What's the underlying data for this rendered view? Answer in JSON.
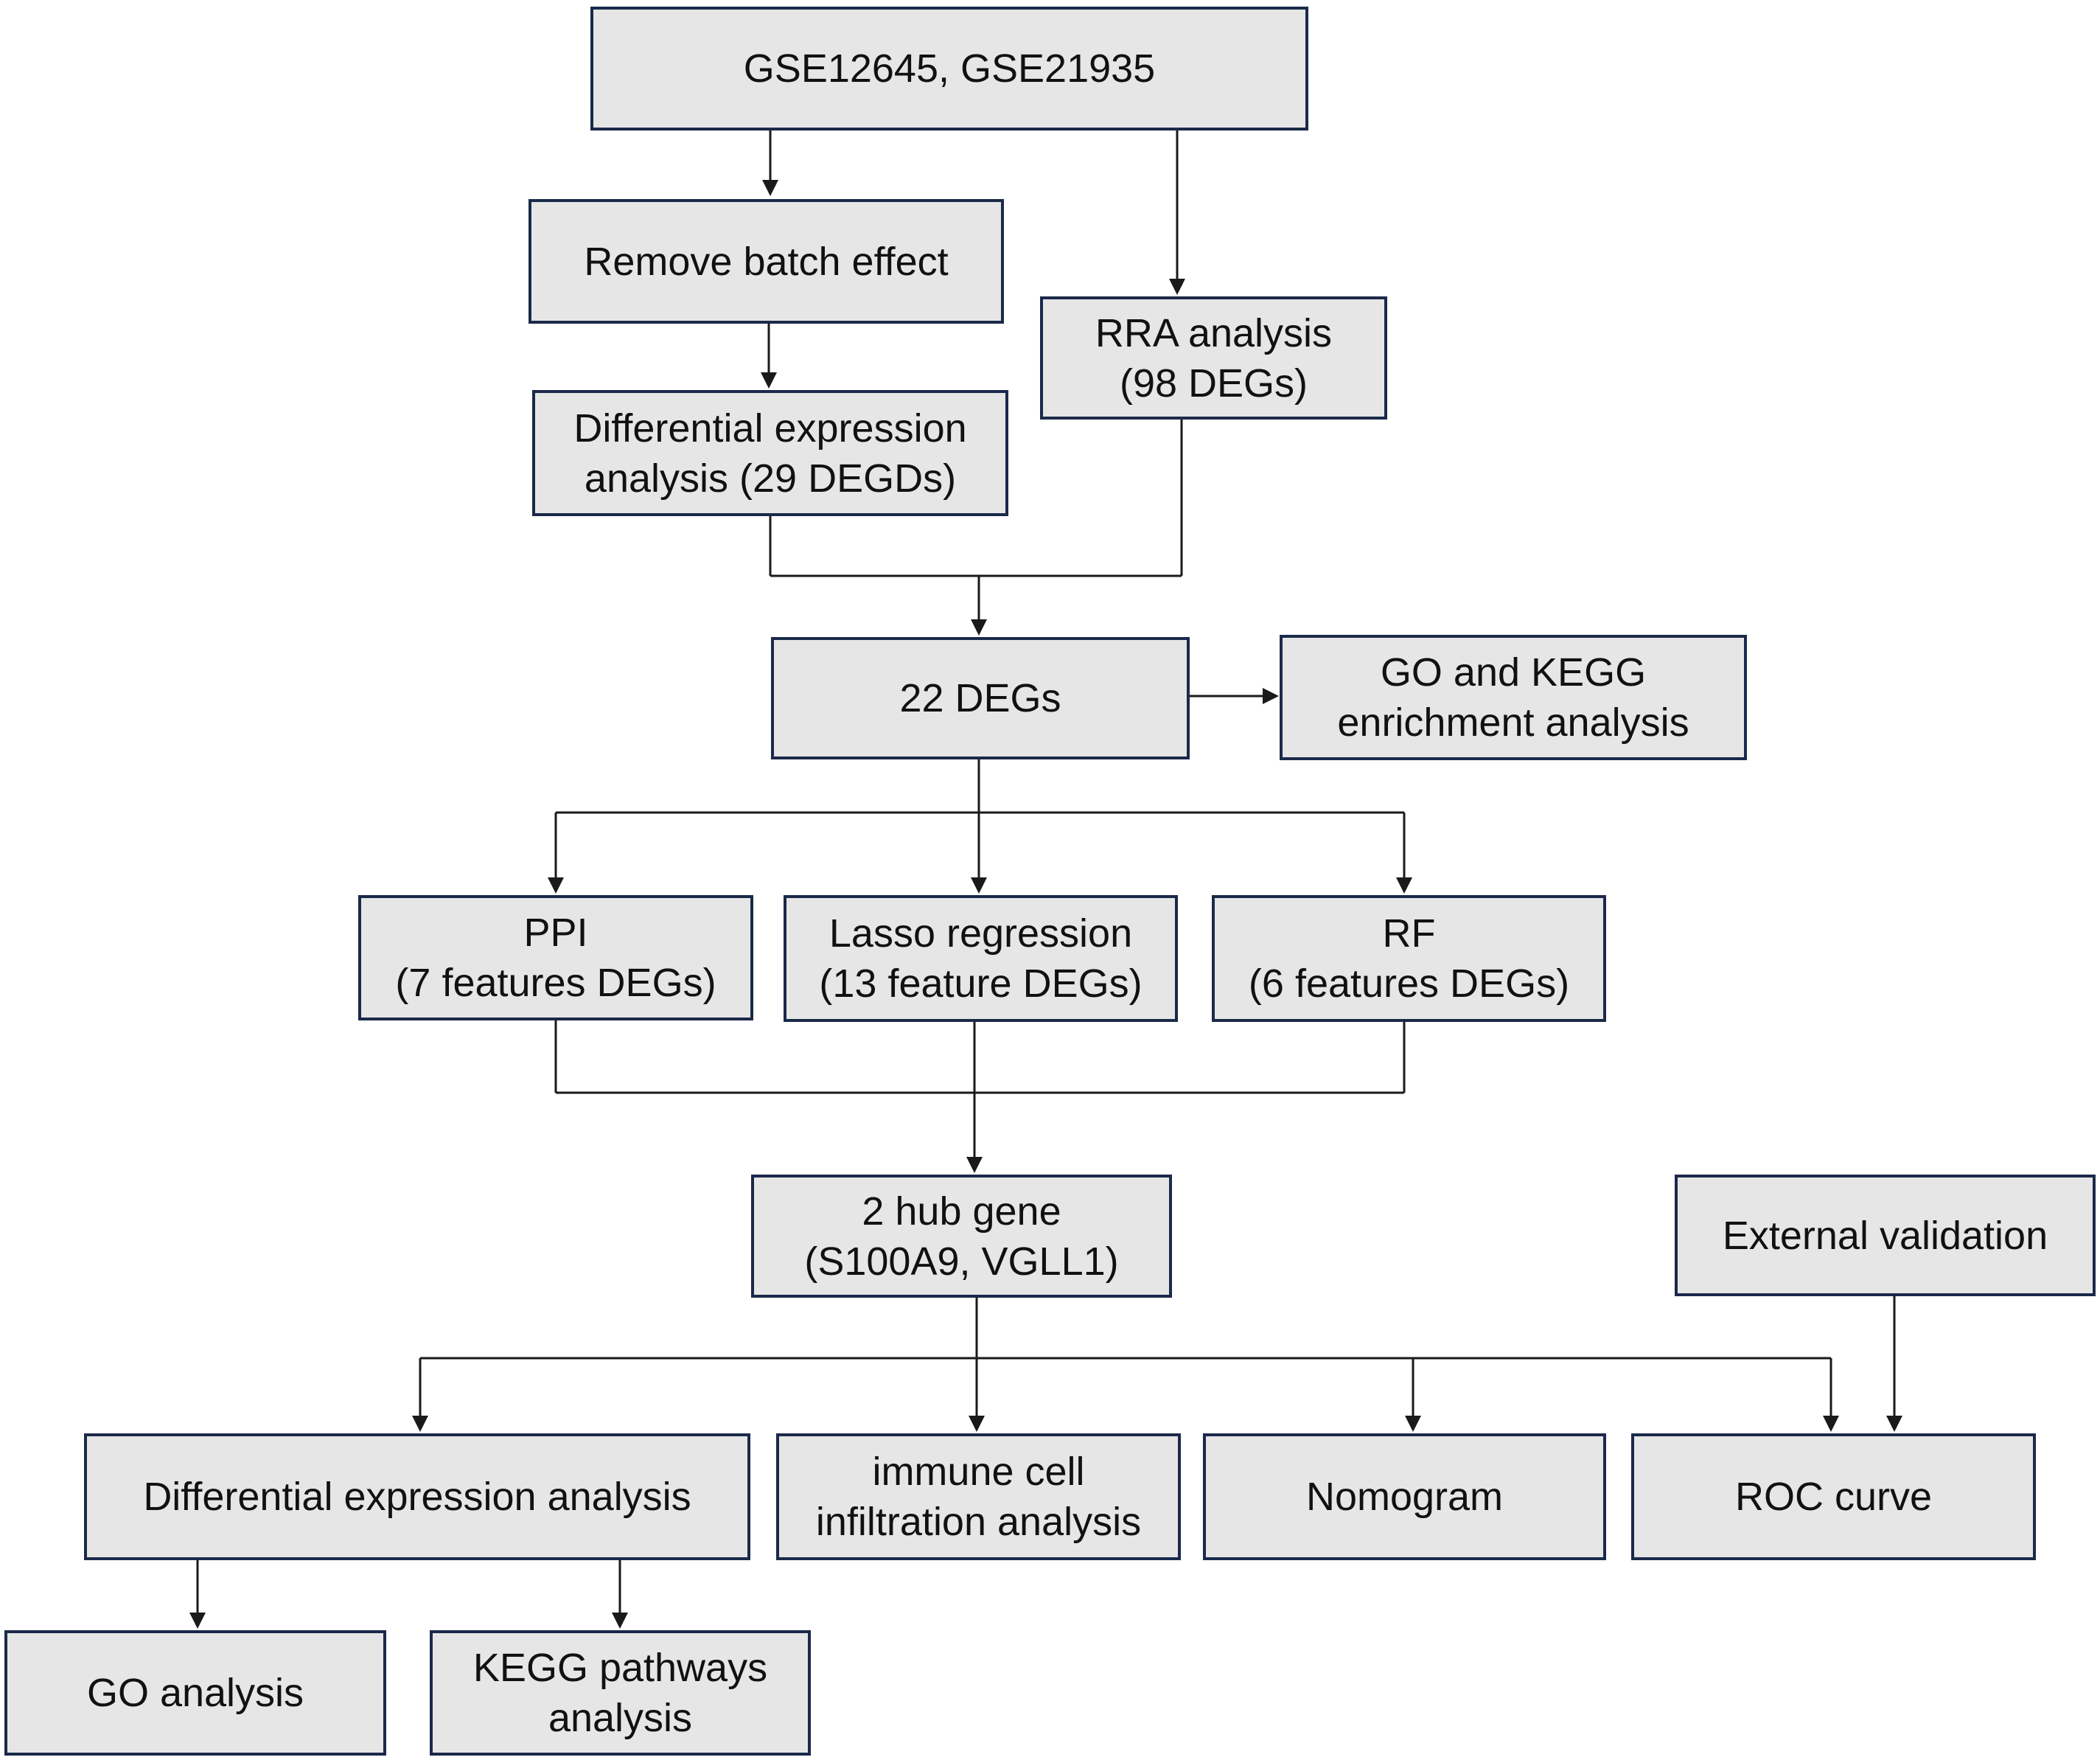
{
  "nodes": {
    "datasets": {
      "lines": [
        "GSE12645, GSE21935"
      ]
    },
    "remove_batch": {
      "lines": [
        "Remove batch effect"
      ]
    },
    "rra": {
      "lines": [
        "RRA analysis",
        "(98 DEGs)"
      ]
    },
    "diff_expr_1": {
      "lines": [
        "Differential expression",
        "analysis (29 DEGDs)"
      ]
    },
    "degs22": {
      "lines": [
        "22 DEGs"
      ]
    },
    "go_kegg_enrich": {
      "lines": [
        "GO and KEGG",
        "enrichment analysis"
      ]
    },
    "ppi": {
      "lines": [
        "PPI",
        "(7 features DEGs)"
      ]
    },
    "lasso": {
      "lines": [
        "Lasso regression",
        "(13 feature DEGs)"
      ]
    },
    "rf": {
      "lines": [
        "RF",
        "(6 features DEGs)"
      ]
    },
    "hub_gene": {
      "lines": [
        "2 hub gene",
        "(S100A9, VGLL1)"
      ]
    },
    "external_validation": {
      "lines": [
        "External validation"
      ]
    },
    "diff_expr_2": {
      "lines": [
        "Differential expression analysis"
      ]
    },
    "immune": {
      "lines": [
        "immune cell",
        "infiltration analysis"
      ]
    },
    "nomogram": {
      "lines": [
        "Nomogram"
      ]
    },
    "roc": {
      "lines": [
        "ROC curve"
      ]
    },
    "go_analysis": {
      "lines": [
        "GO analysis"
      ]
    },
    "kegg_pathways": {
      "lines": [
        "KEGG pathways",
        "analysis"
      ]
    }
  },
  "colors": {
    "box_fill": "#e6e6e6",
    "box_border": "#1b2a4a",
    "connector": "#1a1a1a",
    "text": "#111111"
  }
}
